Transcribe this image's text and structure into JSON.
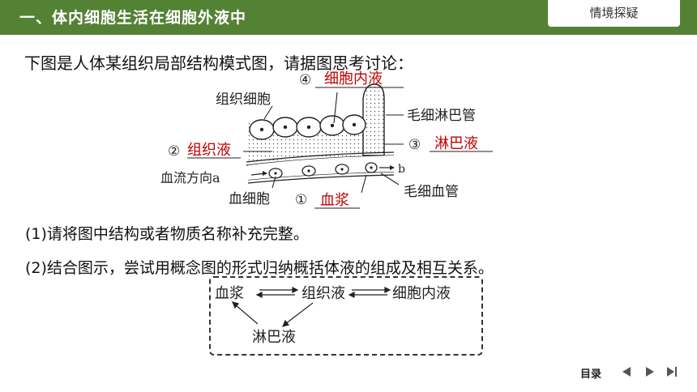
{
  "header": {
    "title": "一、体内细胞生活在细胞外液中",
    "tag": "情境探疑"
  },
  "intro": "下图是人体某组织局部结构模式图，请据图思考讨论：",
  "diagram": {
    "labels": {
      "tissue_cell": "组织细胞",
      "lymph_capillary": "毛细淋巴管",
      "blood_flow": "血流方向a",
      "b": "b",
      "blood_cell": "血细胞",
      "capillary": "毛细血管",
      "n1": "①",
      "n2": "②",
      "n3": "③",
      "n4": "④"
    },
    "answers": {
      "a1": "血浆",
      "a2": "组织液",
      "a3": "淋巴液",
      "a4": "细胞内液"
    },
    "answer_color": "#c00000"
  },
  "questions": {
    "q1": "(1)请将图中结构或者物质名称补充完整。",
    "q2": "(2)结合图示，尝试用概念图的形式归纳概括体液的组成及相互关系。"
  },
  "concept_map": {
    "plasma": "血浆",
    "tissue_fluid": "组织液",
    "intracellular": "细胞内液",
    "lymph": "淋巴液"
  },
  "nav": {
    "menu": "目录"
  }
}
